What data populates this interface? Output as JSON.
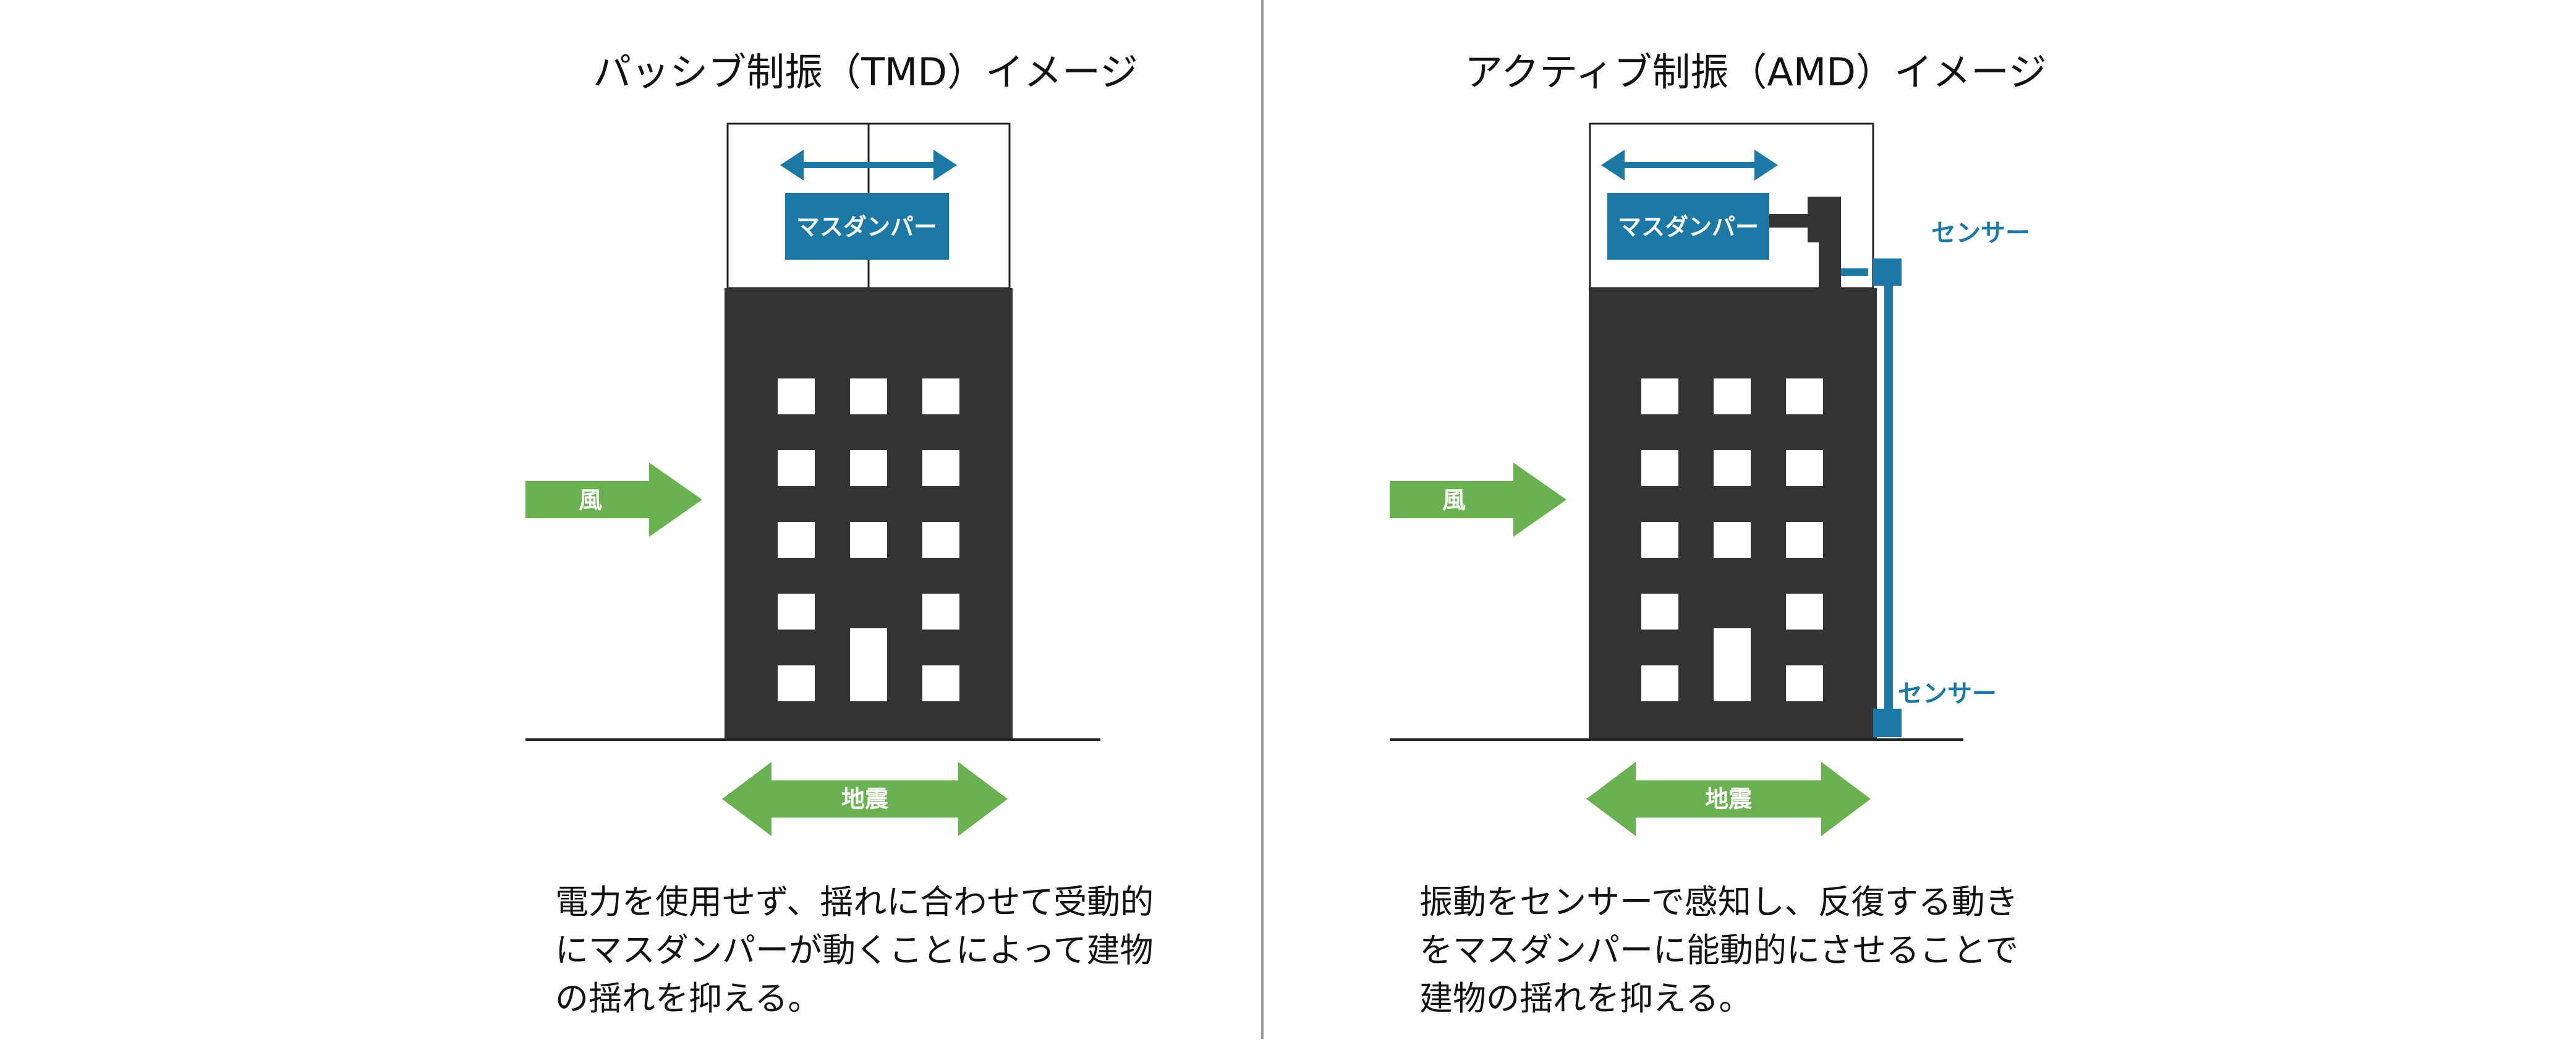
{
  "colors": {
    "building": "#333333",
    "window": "#ffffff",
    "accent_blue": "#1c78a4",
    "accent_green": "#6ab150",
    "divider": "#999999",
    "outline": "#222222"
  },
  "left": {
    "title": "パッシブ制振（TMD）イメージ",
    "damper_label": "マスダンパー",
    "wind_label": "風",
    "quake_label": "地震",
    "caption_lines": [
      "電力を使用せず、揺れに合わせて受動的",
      "にマスダンパーが動くことによって建物",
      "の揺れを抑える。"
    ]
  },
  "right": {
    "title": "アクティブ制振（AMD）イメージ",
    "damper_label": "マスダンパー",
    "sensor_top_label": "センサー",
    "sensor_bottom_label": "センサー",
    "wind_label": "風",
    "quake_label": "地震",
    "caption_lines": [
      "振動をセンサーで感知し、反復する動き",
      "をマスダンパーに能動的にさせることで",
      "建物の揺れを抑える。"
    ]
  }
}
